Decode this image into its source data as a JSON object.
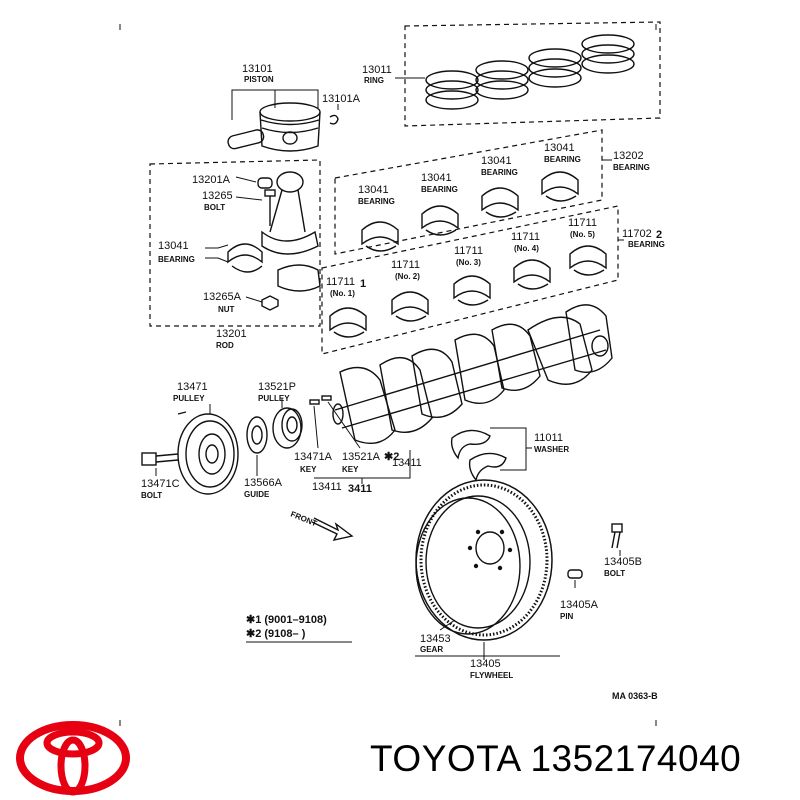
{
  "diagram": {
    "parts": [
      {
        "id": "piston",
        "number": "13101",
        "name": "PISTON"
      },
      {
        "id": "piston-clip",
        "number": "13101A",
        "name": ""
      },
      {
        "id": "ring",
        "number": "13011",
        "name": "RING"
      },
      {
        "id": "rod-bushing",
        "number": "13201A",
        "name": ""
      },
      {
        "id": "rod-bolt",
        "number": "13265",
        "name": "BOLT"
      },
      {
        "id": "rod-bearing",
        "number": "13041",
        "name": "BEARING"
      },
      {
        "id": "rod-nut",
        "number": "13265A",
        "name": "NUT"
      },
      {
        "id": "rod",
        "number": "13201",
        "name": "ROD"
      },
      {
        "id": "bearing-set",
        "number": "13202",
        "name": "BEARING"
      },
      {
        "id": "bearing-1",
        "number": "13041",
        "name": "BEARING"
      },
      {
        "id": "bearing-2",
        "number": "13041",
        "name": "BEARING"
      },
      {
        "id": "bearing-3",
        "number": "13041",
        "name": "BEARING"
      },
      {
        "id": "bearing-4",
        "number": "13041",
        "name": "BEARING"
      },
      {
        "id": "main-bearing-set",
        "number": "11702",
        "name": "BEARING",
        "mark": "2"
      },
      {
        "id": "main-1",
        "number": "11711",
        "name": "(No. 1)",
        "mark": "1"
      },
      {
        "id": "main-2",
        "number": "11711",
        "name": "(No. 2)"
      },
      {
        "id": "main-3",
        "number": "11711",
        "name": "(No. 3)"
      },
      {
        "id": "main-4",
        "number": "11711",
        "name": "(No. 4)"
      },
      {
        "id": "main-5",
        "number": "11711",
        "name": "(No. 5)"
      },
      {
        "id": "pulley",
        "number": "13471",
        "name": "PULLEY"
      },
      {
        "id": "timing-pulley",
        "number": "13521P",
        "name": "PULLEY"
      },
      {
        "id": "pulley-bolt",
        "number": "13471C",
        "name": "BOLT"
      },
      {
        "id": "guide",
        "number": "13566A",
        "name": "GUIDE"
      },
      {
        "id": "key-1",
        "number": "13471A",
        "name": "KEY"
      },
      {
        "id": "key-2",
        "number": "13521A",
        "name": "KEY",
        "mark": "✱2"
      },
      {
        "id": "crank-1",
        "number": "13411",
        "name": ""
      },
      {
        "id": "crank-2",
        "number": "13411",
        "name": ""
      },
      {
        "id": "crank-bold",
        "number": "3411",
        "name": ""
      },
      {
        "id": "washer",
        "number": "11011",
        "name": "WASHER"
      },
      {
        "id": "flywheel-bolt",
        "number": "13405B",
        "name": "BOLT"
      },
      {
        "id": "pin",
        "number": "13405A",
        "name": "PIN"
      },
      {
        "id": "gear",
        "number": "13453",
        "name": "GEAR"
      },
      {
        "id": "flywheel",
        "number": "13405",
        "name": "FLYWHEEL"
      }
    ],
    "front_label": "FRONT",
    "footnotes": [
      "✱1 (9001–9108)",
      "✱2 (9108–        )"
    ],
    "drawing_code": "MA  0363-B"
  },
  "brand": {
    "name": "TOYOTA",
    "part_number": "1352174040",
    "logo_color": "#e60012"
  }
}
